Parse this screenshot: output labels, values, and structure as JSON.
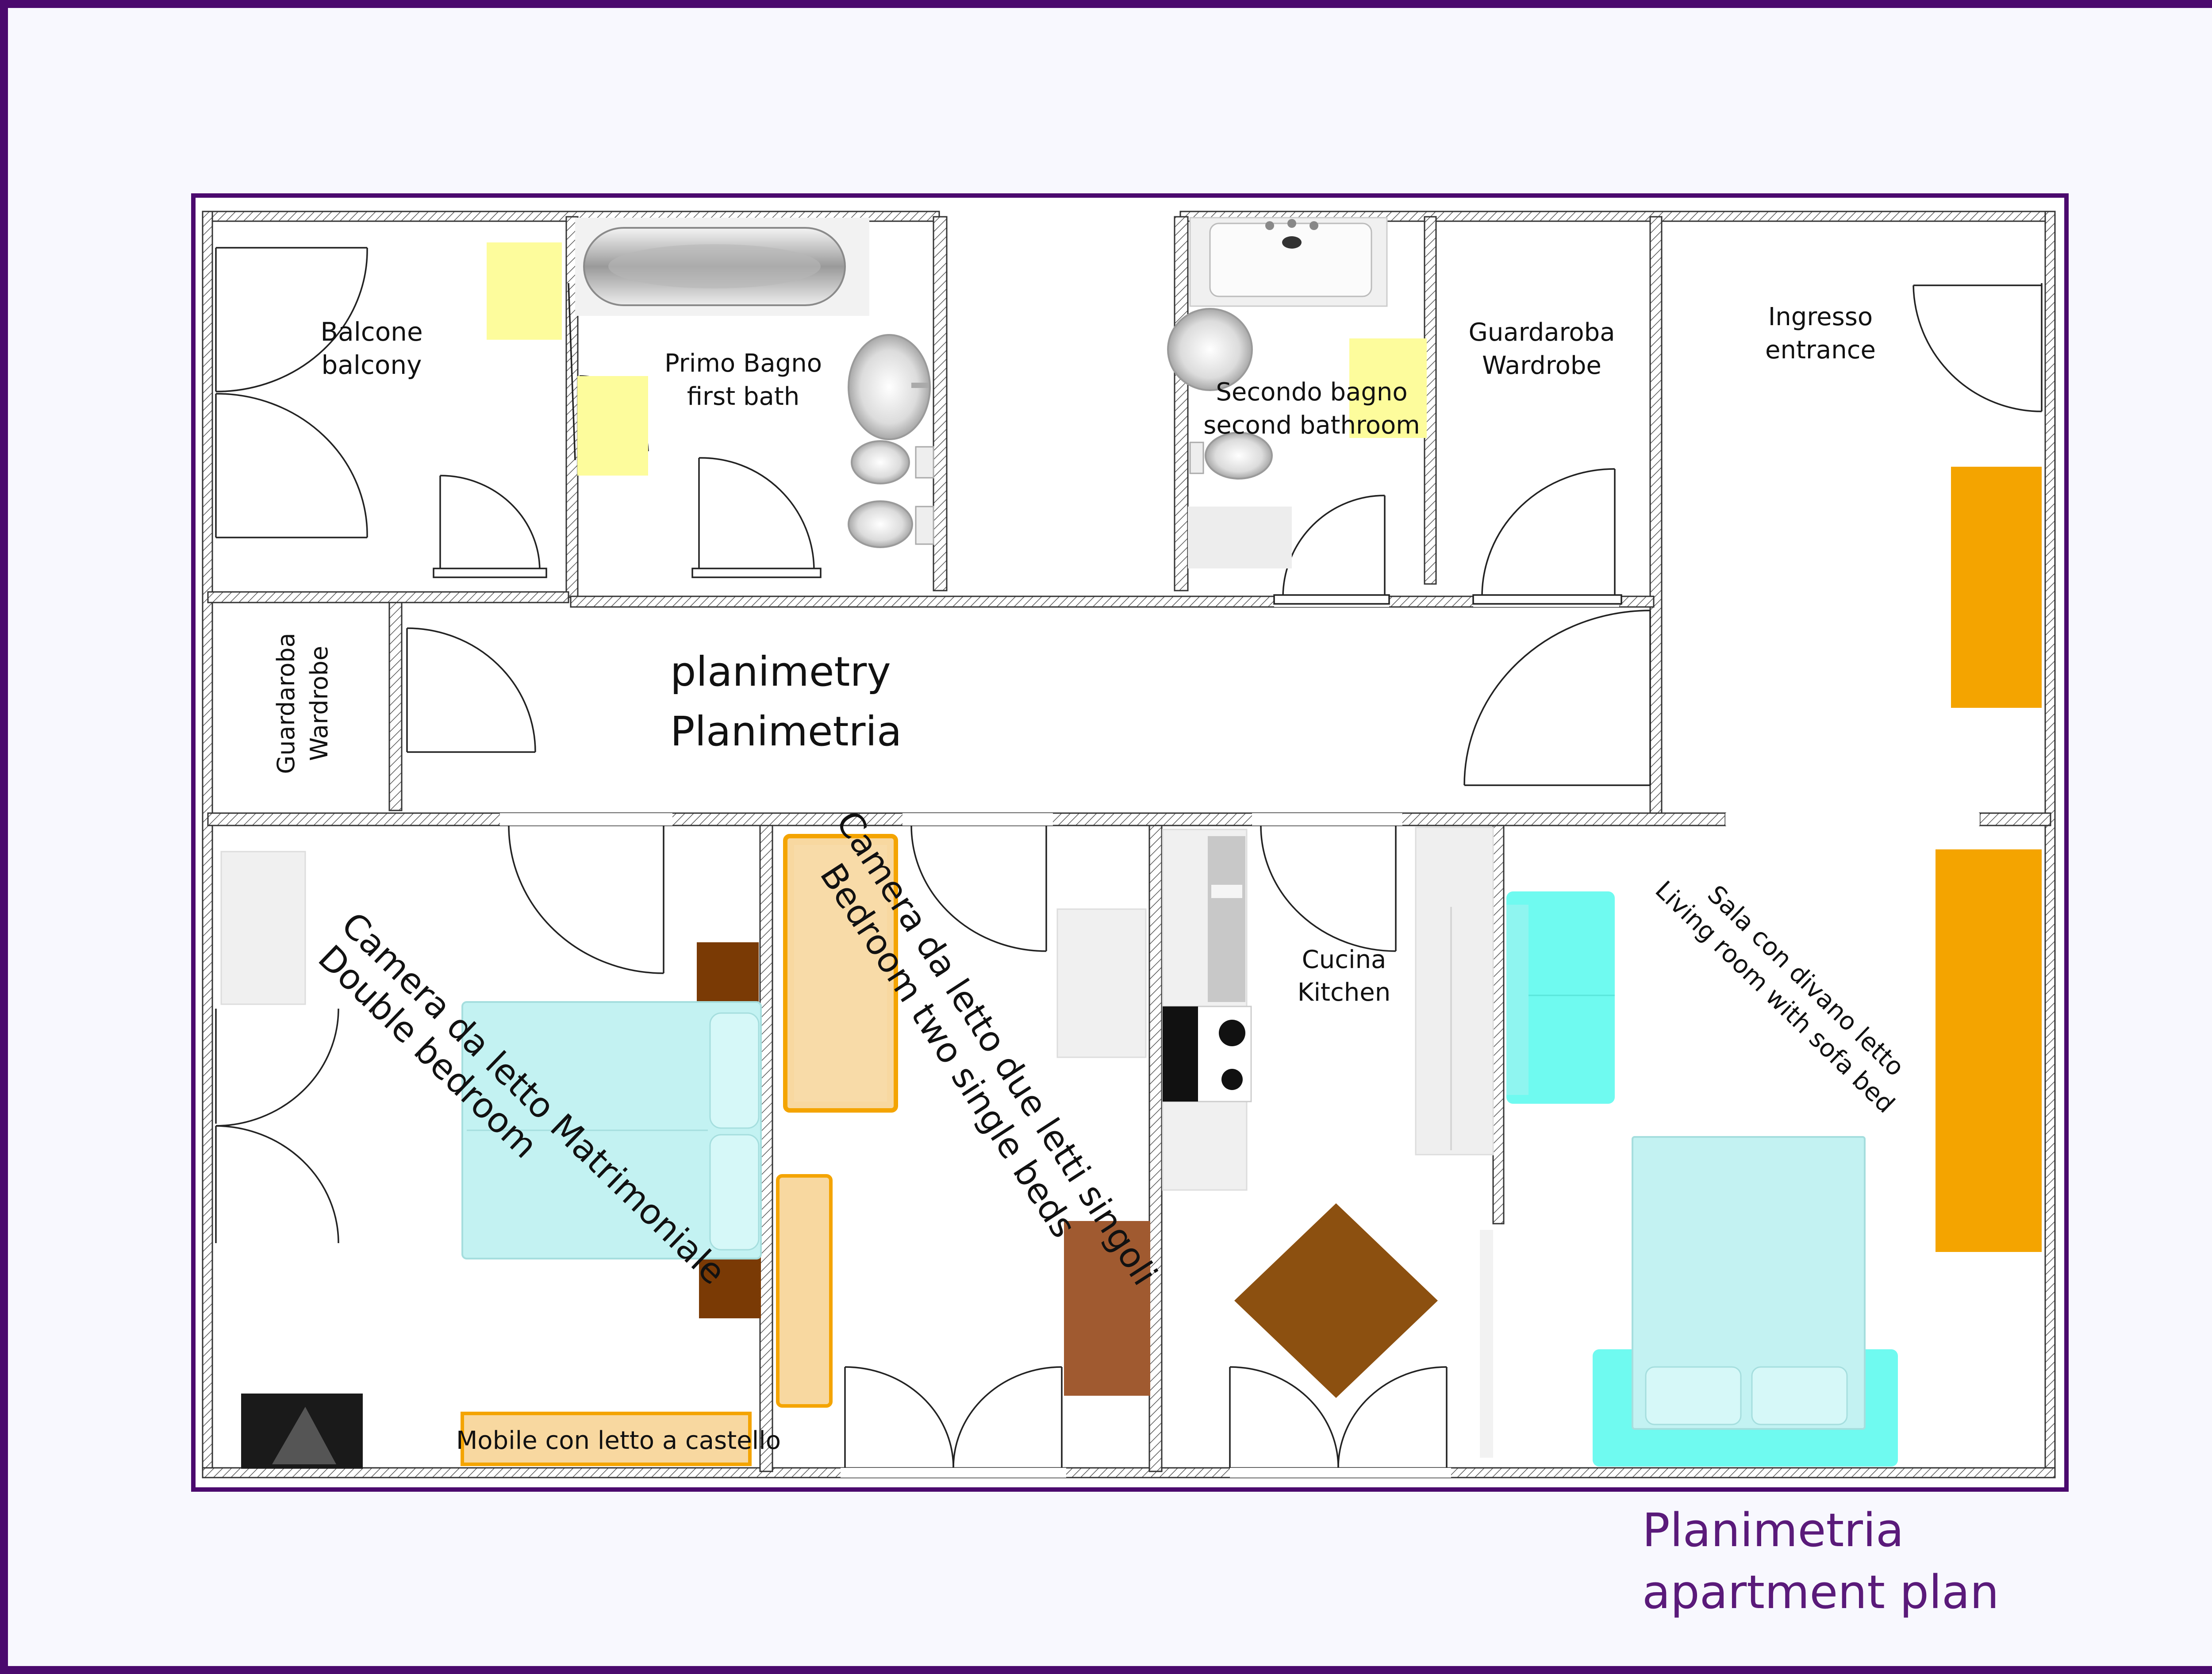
{
  "rooms": {
    "balcony": {
      "it": "Balcone",
      "en": "balcony"
    },
    "first_bath": {
      "it": "Primo Bagno",
      "en": "first bath"
    },
    "second_bath": {
      "it": "Secondo bagno",
      "en": "second bathroom"
    },
    "wardrobe_top": {
      "it": "Guardaroba",
      "en": "Wardrobe"
    },
    "entrance": {
      "it": "Ingresso",
      "en": "entrance"
    },
    "wardrobe_left": {
      "it": "Guardaroba",
      "en": "Wardrobe"
    },
    "corridor": {
      "en": "planimetry",
      "it": "Planimetria"
    },
    "double_bedroom": {
      "it": "Camera da letto Matrimoniale",
      "en": "Double bedroom"
    },
    "single_bedroom": {
      "it": "Camera da letto due letti singoli",
      "en": "Bedroom two single beds"
    },
    "kitchen": {
      "it": "Cucina",
      "en": "Kitchen"
    },
    "living_room": {
      "it": "Sala con divano letto",
      "en": "Living room with sofa bed"
    },
    "bunk_furniture": "Mobile con letto a castello"
  },
  "caption": {
    "line1": "Planimetria",
    "line2": "apartment plan"
  },
  "colors": {
    "frame": "#4b0a6e",
    "caption": "#5a1a7a",
    "bed": "#c3f2f2",
    "sofa": "#6ffaf0",
    "single_bed": "#f8d8a0",
    "wardrobe_orange": "#f4a400",
    "sticky_note": "#fdfc9c",
    "table": "#8c5010",
    "desk": "#a05a30",
    "nightstand": "#7a3a05"
  }
}
